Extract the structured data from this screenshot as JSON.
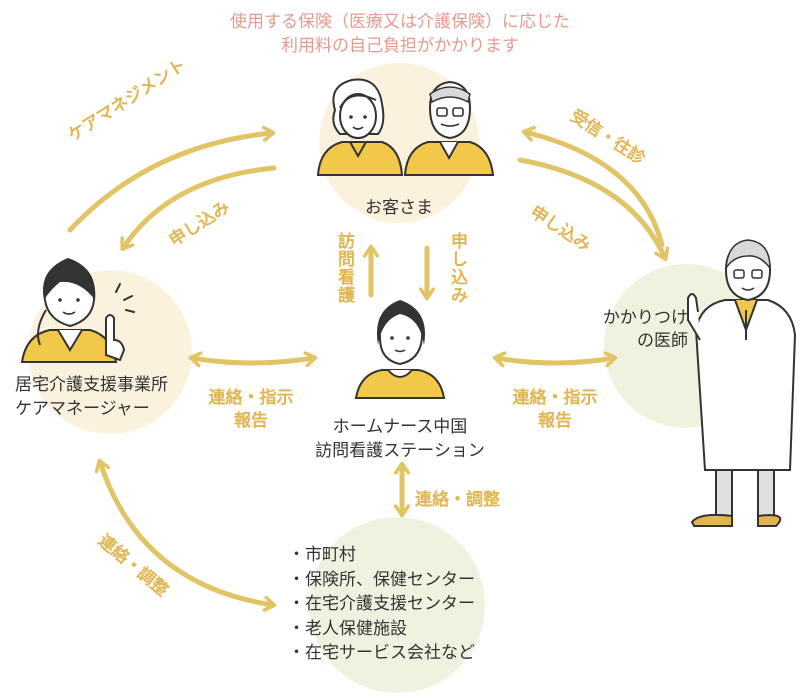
{
  "note": {
    "line1": "使用する保険（医療又は介護保険）に応じた",
    "line2": "利用料の自己負担がかかります"
  },
  "nodes": {
    "customer": "お客さま",
    "care_office": {
      "line1": "居宅介護支援事業所",
      "line2": "ケアマネージャー"
    },
    "doctor": {
      "line1": "かかりつけ",
      "line2": "の医師"
    },
    "station": {
      "line1": "ホームナース中国",
      "line2": "訪問看護ステーション"
    },
    "partners": [
      "・市町村",
      "・保険所、保健センター",
      "・在宅介護支援センター",
      "・老人保健施設",
      "・在宅サービス会社など"
    ]
  },
  "arrows": {
    "care_management": "ケアマネジメント",
    "apply_left": "申し込み",
    "receive_visit": "受信・往診",
    "apply_right": "申し込み",
    "visit_nursing": "訪問看護",
    "apply_center": "申し込み",
    "contact_left": {
      "line1": "連絡・指示",
      "line2": "報告"
    },
    "contact_right": {
      "line1": "連絡・指示",
      "line2": "報告"
    },
    "coordination_center": "連絡・調整",
    "coordination_left": "連絡・調整"
  },
  "colors": {
    "arrow": "#e1c466",
    "note": "#e59a8f",
    "circle_cream": "#fbf2de",
    "circle_green": "#eef3df",
    "person_yellow": "#f1c84a",
    "text": "#333333"
  }
}
